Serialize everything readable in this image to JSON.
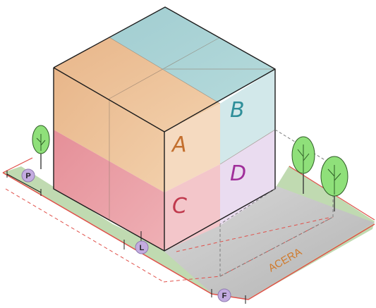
{
  "colors": {
    "lot_green": "#b9d6a8",
    "sidewalk_gray": "#c8c8c8",
    "boundary_red": "#e0504a",
    "outline": "#1c1c1c",
    "block_a": "#c36f2e",
    "block_b": "#2f8f9a",
    "block_c": "#c0394d",
    "block_d": "#a02f9a",
    "orange_face": "#f0c8a0",
    "pink_face": "#eca5ac",
    "teal_top": "#aed4d6",
    "badge_fill": "#c3abe0",
    "street_label": "#d07a2c",
    "tree_green": "#8fe07a"
  },
  "blocks": [
    {
      "id": "A",
      "label": "A"
    },
    {
      "id": "B",
      "label": "B"
    },
    {
      "id": "C",
      "label": "C"
    },
    {
      "id": "D",
      "label": "D"
    }
  ],
  "markers": [
    {
      "id": "P",
      "label": "P"
    },
    {
      "id": "L",
      "label": "L"
    },
    {
      "id": "F",
      "label": "F"
    }
  ],
  "street": {
    "label": "ACERA"
  },
  "icons": [
    "tree-icon"
  ]
}
